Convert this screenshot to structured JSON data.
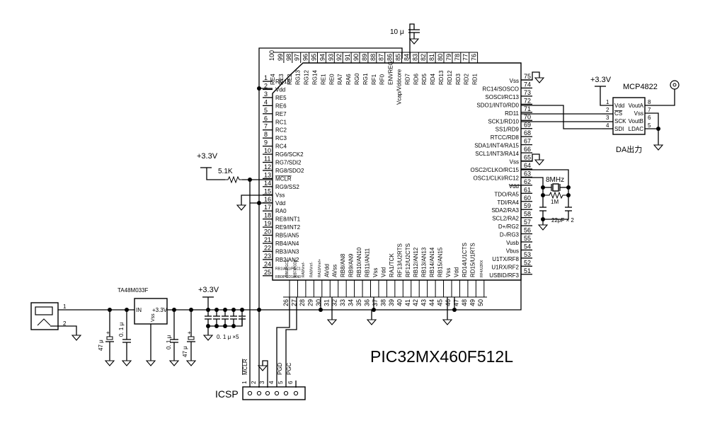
{
  "title": "PIC32MX460F512L",
  "mcu": {
    "part": "PIC32MX460F512L",
    "left_pins": [
      {
        "num": "1",
        "label": "RG15"
      },
      {
        "num": "2",
        "label": "Vdd"
      },
      {
        "num": "3",
        "label": "RE5"
      },
      {
        "num": "4",
        "label": "RE6"
      },
      {
        "num": "5",
        "label": "RE7"
      },
      {
        "num": "6",
        "label": "RC1"
      },
      {
        "num": "7",
        "label": "RC2"
      },
      {
        "num": "8",
        "label": "RC3"
      },
      {
        "num": "9",
        "label": "RC4"
      },
      {
        "num": "10",
        "label": "RG6/SCK2"
      },
      {
        "num": "11",
        "label": "RG7/SDI2"
      },
      {
        "num": "12",
        "label": "RG8/SDO2"
      },
      {
        "num": "13",
        "label": "MCLR"
      },
      {
        "num": "14",
        "label": "RG9/SS2"
      },
      {
        "num": "15",
        "label": "Vss"
      },
      {
        "num": "16",
        "label": "Vdd"
      },
      {
        "num": "17",
        "label": "RA0"
      },
      {
        "num": "18",
        "label": "RE8/INT1"
      },
      {
        "num": "19",
        "label": "RE9/INT2"
      },
      {
        "num": "20",
        "label": "RB5/AN5"
      },
      {
        "num": "21",
        "label": "RB4/AN4"
      },
      {
        "num": "22",
        "label": "RB3/AN3"
      },
      {
        "num": "23",
        "label": "RB2/AN2"
      },
      {
        "num": "24",
        "label": "RB1/AN1/PGC1"
      },
      {
        "num": "25",
        "label": "RB0/PGD1/AN0"
      }
    ],
    "bottom_pins": [
      {
        "num": "26",
        "label": "RB6/PGC2"
      },
      {
        "num": "27",
        "label": "RB7/PGD2"
      },
      {
        "num": "28",
        "label": "RA9/Vref-"
      },
      {
        "num": "29",
        "label": "RA9/Vref-"
      },
      {
        "num": "30",
        "label": "RA10/Vref+"
      },
      {
        "num": "31",
        "label": "AVdd"
      },
      {
        "num": "32",
        "label": "AVss"
      },
      {
        "num": "33",
        "label": "RB8/AN8"
      },
      {
        "num": "34",
        "label": "RB9/AN9"
      },
      {
        "num": "35",
        "label": "RB10/AN10"
      },
      {
        "num": "36",
        "label": "RB11/AN11"
      },
      {
        "num": "37",
        "label": "Vss"
      },
      {
        "num": "38",
        "label": "Vdd"
      },
      {
        "num": "39",
        "label": "RA1/TCK"
      },
      {
        "num": "40",
        "label": "RF13/U2RTS"
      },
      {
        "num": "41",
        "label": "RF12/U2CTS"
      },
      {
        "num": "42",
        "label": "RB12/AN12"
      },
      {
        "num": "43",
        "label": "RB13/AN13"
      },
      {
        "num": "44",
        "label": "RB14/AN14"
      },
      {
        "num": "45",
        "label": "RB15/AN15"
      },
      {
        "num": "46",
        "label": "Vss"
      },
      {
        "num": "47",
        "label": "Vdd"
      },
      {
        "num": "48",
        "label": "RD14/U1CTS"
      },
      {
        "num": "49",
        "label": "RD15/U1RTS"
      },
      {
        "num": "50",
        "label": "RF4/U2RX"
      }
    ],
    "right_pins": [
      {
        "num": "75",
        "label": "Vss"
      },
      {
        "num": "74",
        "label": "RC14/SOSCO"
      },
      {
        "num": "73",
        "label": "SOSCI/RC13"
      },
      {
        "num": "72",
        "label": "SDO1/INT0/RD0"
      },
      {
        "num": "71",
        "label": "RD11"
      },
      {
        "num": "70",
        "label": "SCK1/RD10"
      },
      {
        "num": "69",
        "label": "SS1/RD9"
      },
      {
        "num": "68",
        "label": "RTCC/RD8"
      },
      {
        "num": "67",
        "label": "SDA1/INT4/RA15"
      },
      {
        "num": "66",
        "label": "SCL1/INT3/RA14"
      },
      {
        "num": "65",
        "label": "Vss"
      },
      {
        "num": "64",
        "label": "OSC2/CLKO/RC15"
      },
      {
        "num": "63",
        "label": "OSC1/CLKI/RC12"
      },
      {
        "num": "62",
        "label": "Vdd"
      },
      {
        "num": "61",
        "label": "TDO/RA5"
      },
      {
        "num": "60",
        "label": "TDI/RA4"
      },
      {
        "num": "59",
        "label": "SDA2/RA3"
      },
      {
        "num": "58",
        "label": "SCL2/RA2"
      },
      {
        "num": "57",
        "label": "D+/RG2"
      },
      {
        "num": "56",
        "label": "D-/RG3"
      },
      {
        "num": "55",
        "label": "Vusb"
      },
      {
        "num": "54",
        "label": "Vbus"
      },
      {
        "num": "53",
        "label": "U1TX/RF8"
      },
      {
        "num": "52",
        "label": "U1RX/RF2"
      },
      {
        "num": "51",
        "label": "USBID/RF3"
      }
    ],
    "top_pins": [
      {
        "num": "100",
        "label": "RE4"
      },
      {
        "num": "99",
        "label": "RE3"
      },
      {
        "num": "98",
        "label": "RE2"
      },
      {
        "num": "97",
        "label": "RG13"
      },
      {
        "num": "96",
        "label": "RG12"
      },
      {
        "num": "95",
        "label": "RG14"
      },
      {
        "num": "94",
        "label": "RE1"
      },
      {
        "num": "93",
        "label": "RE0"
      },
      {
        "num": "92",
        "label": "RA7"
      },
      {
        "num": "91",
        "label": "RA6"
      },
      {
        "num": "90",
        "label": "RG0"
      },
      {
        "num": "89",
        "label": "RG1"
      },
      {
        "num": "88",
        "label": "RF1"
      },
      {
        "num": "87",
        "label": "RF0"
      },
      {
        "num": "86",
        "label": "ENVREG"
      },
      {
        "num": "85",
        "label": "Vcap/Vddcore"
      },
      {
        "num": "84",
        "label": "RD7"
      },
      {
        "num": "83",
        "label": "RD6"
      },
      {
        "num": "82",
        "label": "RD5"
      },
      {
        "num": "81",
        "label": "RD4"
      },
      {
        "num": "80",
        "label": "RD13"
      },
      {
        "num": "79",
        "label": "RD12"
      },
      {
        "num": "78",
        "label": "RD3"
      },
      {
        "num": "77",
        "label": "RD2"
      },
      {
        "num": "76",
        "label": "RD1"
      }
    ]
  },
  "dac": {
    "part": "MCP4822",
    "caption": "DA出力",
    "left_pins": [
      {
        "num": "1",
        "label": "Vdd"
      },
      {
        "num": "2",
        "label": "CS"
      },
      {
        "num": "3",
        "label": "SCK"
      },
      {
        "num": "4",
        "label": "SDI"
      }
    ],
    "right_pins": [
      {
        "num": "8",
        "label": "VoutA"
      },
      {
        "num": "7",
        "label": "Vss"
      },
      {
        "num": "6",
        "label": "VoutB"
      },
      {
        "num": "5",
        "label": "LDAC"
      }
    ],
    "supply": "+3.3V"
  },
  "regulator": {
    "part": "TA48M033F",
    "in_label": "IN",
    "out_label": "+3.3V",
    "gnd_label": "Vss"
  },
  "power_jack": {
    "pin1": "1",
    "pin2": "2"
  },
  "components": {
    "vcap": "10 μ",
    "in_elec_cap": "47 μ",
    "in_cer_cap": "0. 1 μ",
    "out_cer_cap": "0. 1 μ",
    "out_elec_cap": "47 μ",
    "bypass_caps": "0. 1 μ ×5",
    "mclr_resistor": "5.1K",
    "crystal": "8MHz",
    "feedback_resistor": "1M",
    "load_caps": "22pF × 2"
  },
  "rails": {
    "mclr_pullup": "+3.3V",
    "bypass": "+3.3V",
    "dac": "+3.3V"
  },
  "icsp": {
    "label": "ICSP",
    "pins": [
      "1",
      "2",
      "3",
      "4",
      "5",
      "6"
    ],
    "signals": [
      "MCLR",
      "PGD",
      "PGC"
    ]
  }
}
